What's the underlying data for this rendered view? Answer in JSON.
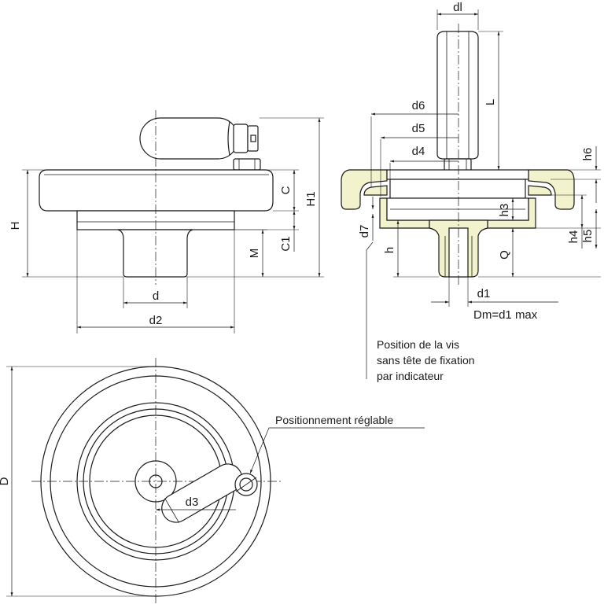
{
  "labels": {
    "H": "H",
    "H1": "H1",
    "C": "C",
    "C1": "C1",
    "M": "M",
    "d": "d",
    "d1": "d1",
    "d2": "d2",
    "d3": "d3",
    "d4": "d4",
    "d5": "d5",
    "d6": "d6",
    "d7": "d7",
    "dl": "dl",
    "L": "L",
    "h": "h",
    "h3": "h3",
    "h4": "h4",
    "h5": "h5",
    "h6": "h6",
    "Q": "Q",
    "D": "D",
    "Dm": "Dm=d1 max"
  },
  "notes": {
    "screw_position": [
      "Position de la vis",
      "sans tête de fixation",
      "par indicateur"
    ],
    "adjustable_position": "Positionnement réglable"
  },
  "colors": {
    "line": "#1a1a1a",
    "highlight_fill": "#f2f2cc",
    "background": "#ffffff"
  }
}
